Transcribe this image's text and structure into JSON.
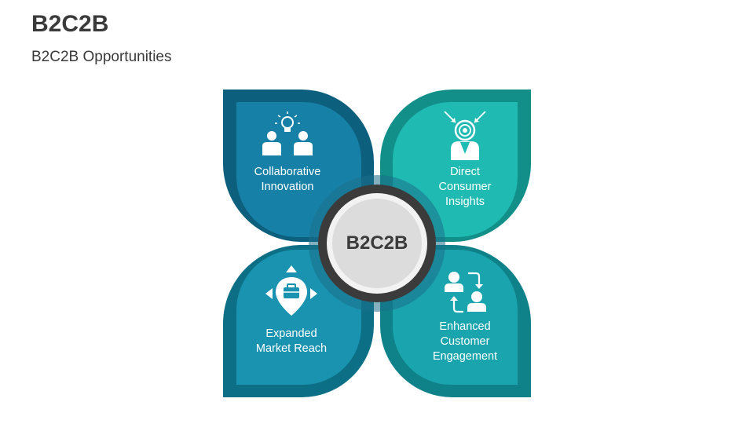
{
  "title": "B2C2B",
  "subtitle": "B2C2B Opportunities",
  "center": {
    "label": "B2C2B"
  },
  "petals": [
    {
      "label": "Collaborative\nInnovation",
      "icon": "team-idea-icon",
      "color": "#1780a6",
      "ring": "#0d5f7e"
    },
    {
      "label": "Direct\nConsumer\nInsights",
      "icon": "consumer-target-icon",
      "color": "#1fbab2",
      "ring": "#128f89"
    },
    {
      "label": "Expanded\nMarket Reach",
      "icon": "market-expansion-icon",
      "color": "#1993b0",
      "ring": "#0d6f86"
    },
    {
      "label": "Enhanced\nCustomer\nEngagement",
      "icon": "customer-exchange-icon",
      "color": "#1aa5ae",
      "ring": "#0f8189"
    }
  ]
}
